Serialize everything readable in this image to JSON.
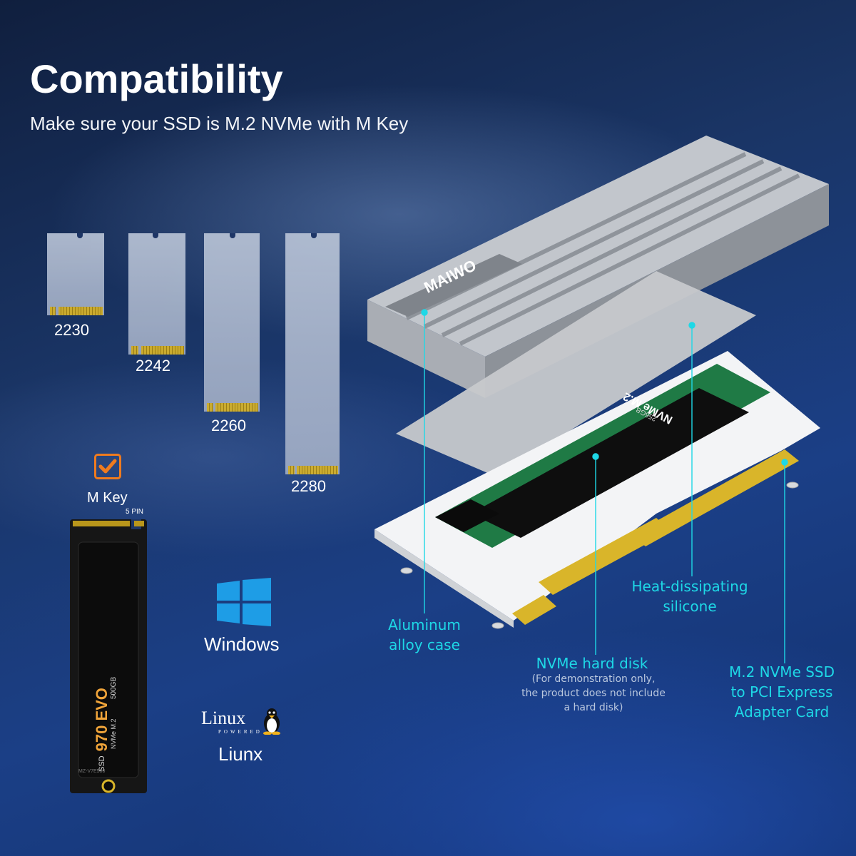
{
  "header": {
    "title": "Compatibility",
    "subtitle": "Make sure your SSD is M.2 NVMe with M Key"
  },
  "sizes": [
    {
      "label": "2230"
    },
    {
      "label": "2242"
    },
    {
      "label": "2260"
    },
    {
      "label": "2280"
    }
  ],
  "mkey": {
    "label": "M Key",
    "checked": true,
    "check_color": "#f07b1e"
  },
  "ssd_product": {
    "pin_label": "5 PIN",
    "brand_line": "SSD",
    "model": "970 EVO",
    "capacity": "500GB",
    "interface": "NVMe M.2",
    "sticker_text": "MZ-V7E500"
  },
  "os": {
    "windows_label": "Windows",
    "linux_logo_text": "Linux",
    "linux_logo_sub": "POWERED",
    "linux_label": "Liunx"
  },
  "product": {
    "brand_logo": "MAIWO",
    "drive_label": "NVMe M.2",
    "drive_capacity": "256GB"
  },
  "callouts": {
    "aluminum": {
      "line1": "Aluminum",
      "line2": "alloy case"
    },
    "silicone": {
      "line1": "Heat-dissipating",
      "line2": "silicone"
    },
    "nvme": {
      "title": "NVMe hard disk",
      "note1": "(For demonstration only,",
      "note2": "the product does not include",
      "note3": "a hard disk)"
    },
    "adapter": {
      "line1": "M.2 NVMe SSD",
      "line2": "to PCI Express",
      "line3": "Adapter Card"
    }
  },
  "colors": {
    "accent_cyan": "#1ed8e6",
    "check_orange": "#f07b1e",
    "windows_blue": "#1e9de6",
    "gold_pins": "#d9b52a"
  },
  "icons": [
    "checkbox-checked-icon",
    "windows-logo-icon",
    "linux-tux-icon"
  ]
}
